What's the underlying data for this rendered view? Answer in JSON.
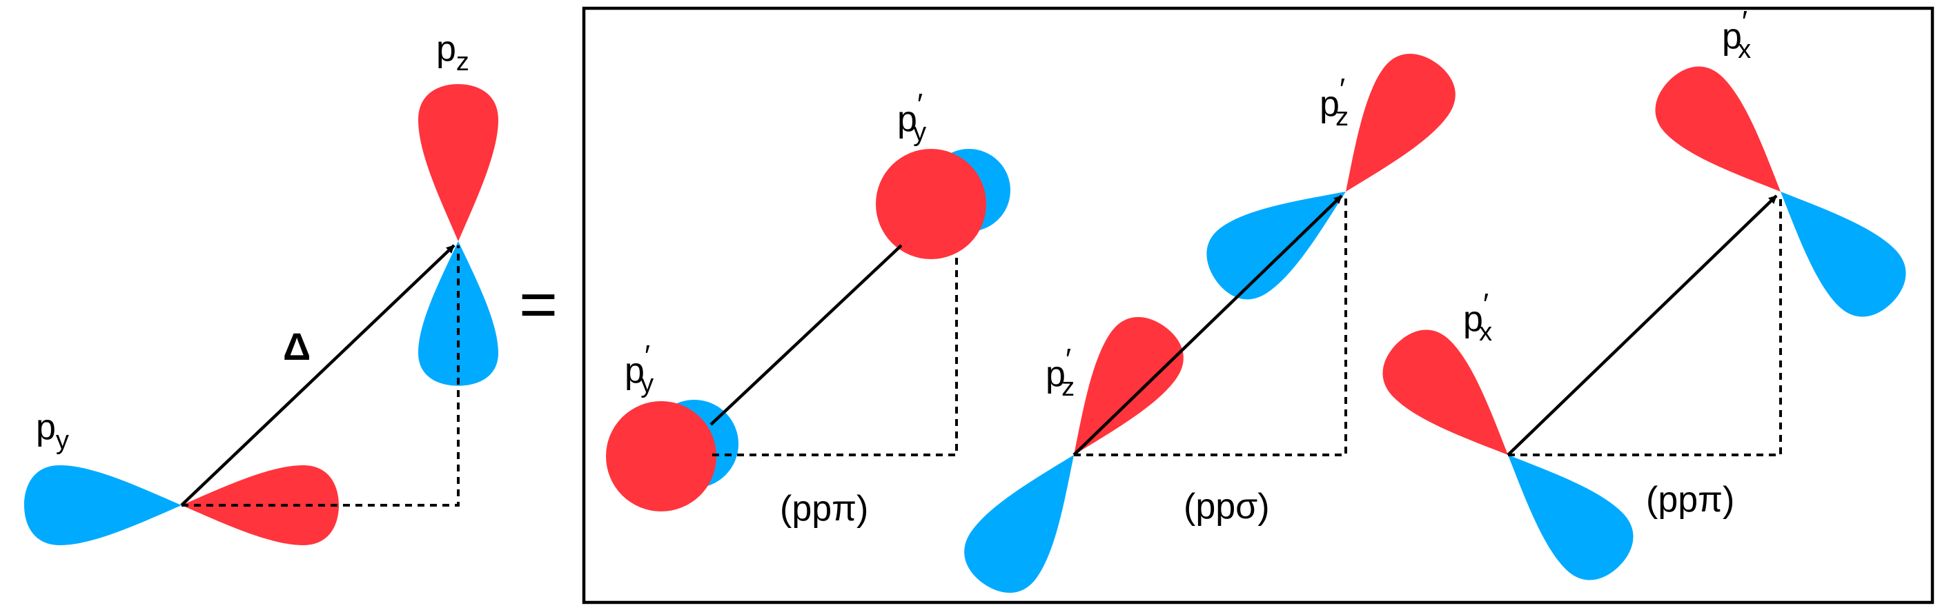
{
  "colors": {
    "positive_lobe": "#FF343C",
    "negative_lobe": "#00AAFF",
    "line": "#000000",
    "background": "#FFFFFF"
  },
  "left": {
    "py_label": {
      "base": "p",
      "sub": "y"
    },
    "pz_label": {
      "base": "p",
      "sub": "z"
    },
    "delta_label": "Δ",
    "equals": "="
  },
  "panel": {
    "pi_left": {
      "origin_label": {
        "base": "p",
        "sub": "y",
        "prime": "′"
      },
      "end_label": {
        "base": "p",
        "sub": "y",
        "prime": "′"
      },
      "bond_label": "(ppπ)"
    },
    "sigma": {
      "origin_label": {
        "base": "p",
        "sub": "z",
        "prime": "′"
      },
      "end_label": {
        "base": "p",
        "sub": "z",
        "prime": "′"
      },
      "bond_label": "(ppσ)"
    },
    "pi_right": {
      "origin_label": {
        "base": "p",
        "sub": "x",
        "prime": "′"
      },
      "end_label": {
        "base": "p",
        "sub": "x",
        "prime": "′"
      },
      "bond_label": "(ppπ)"
    }
  }
}
